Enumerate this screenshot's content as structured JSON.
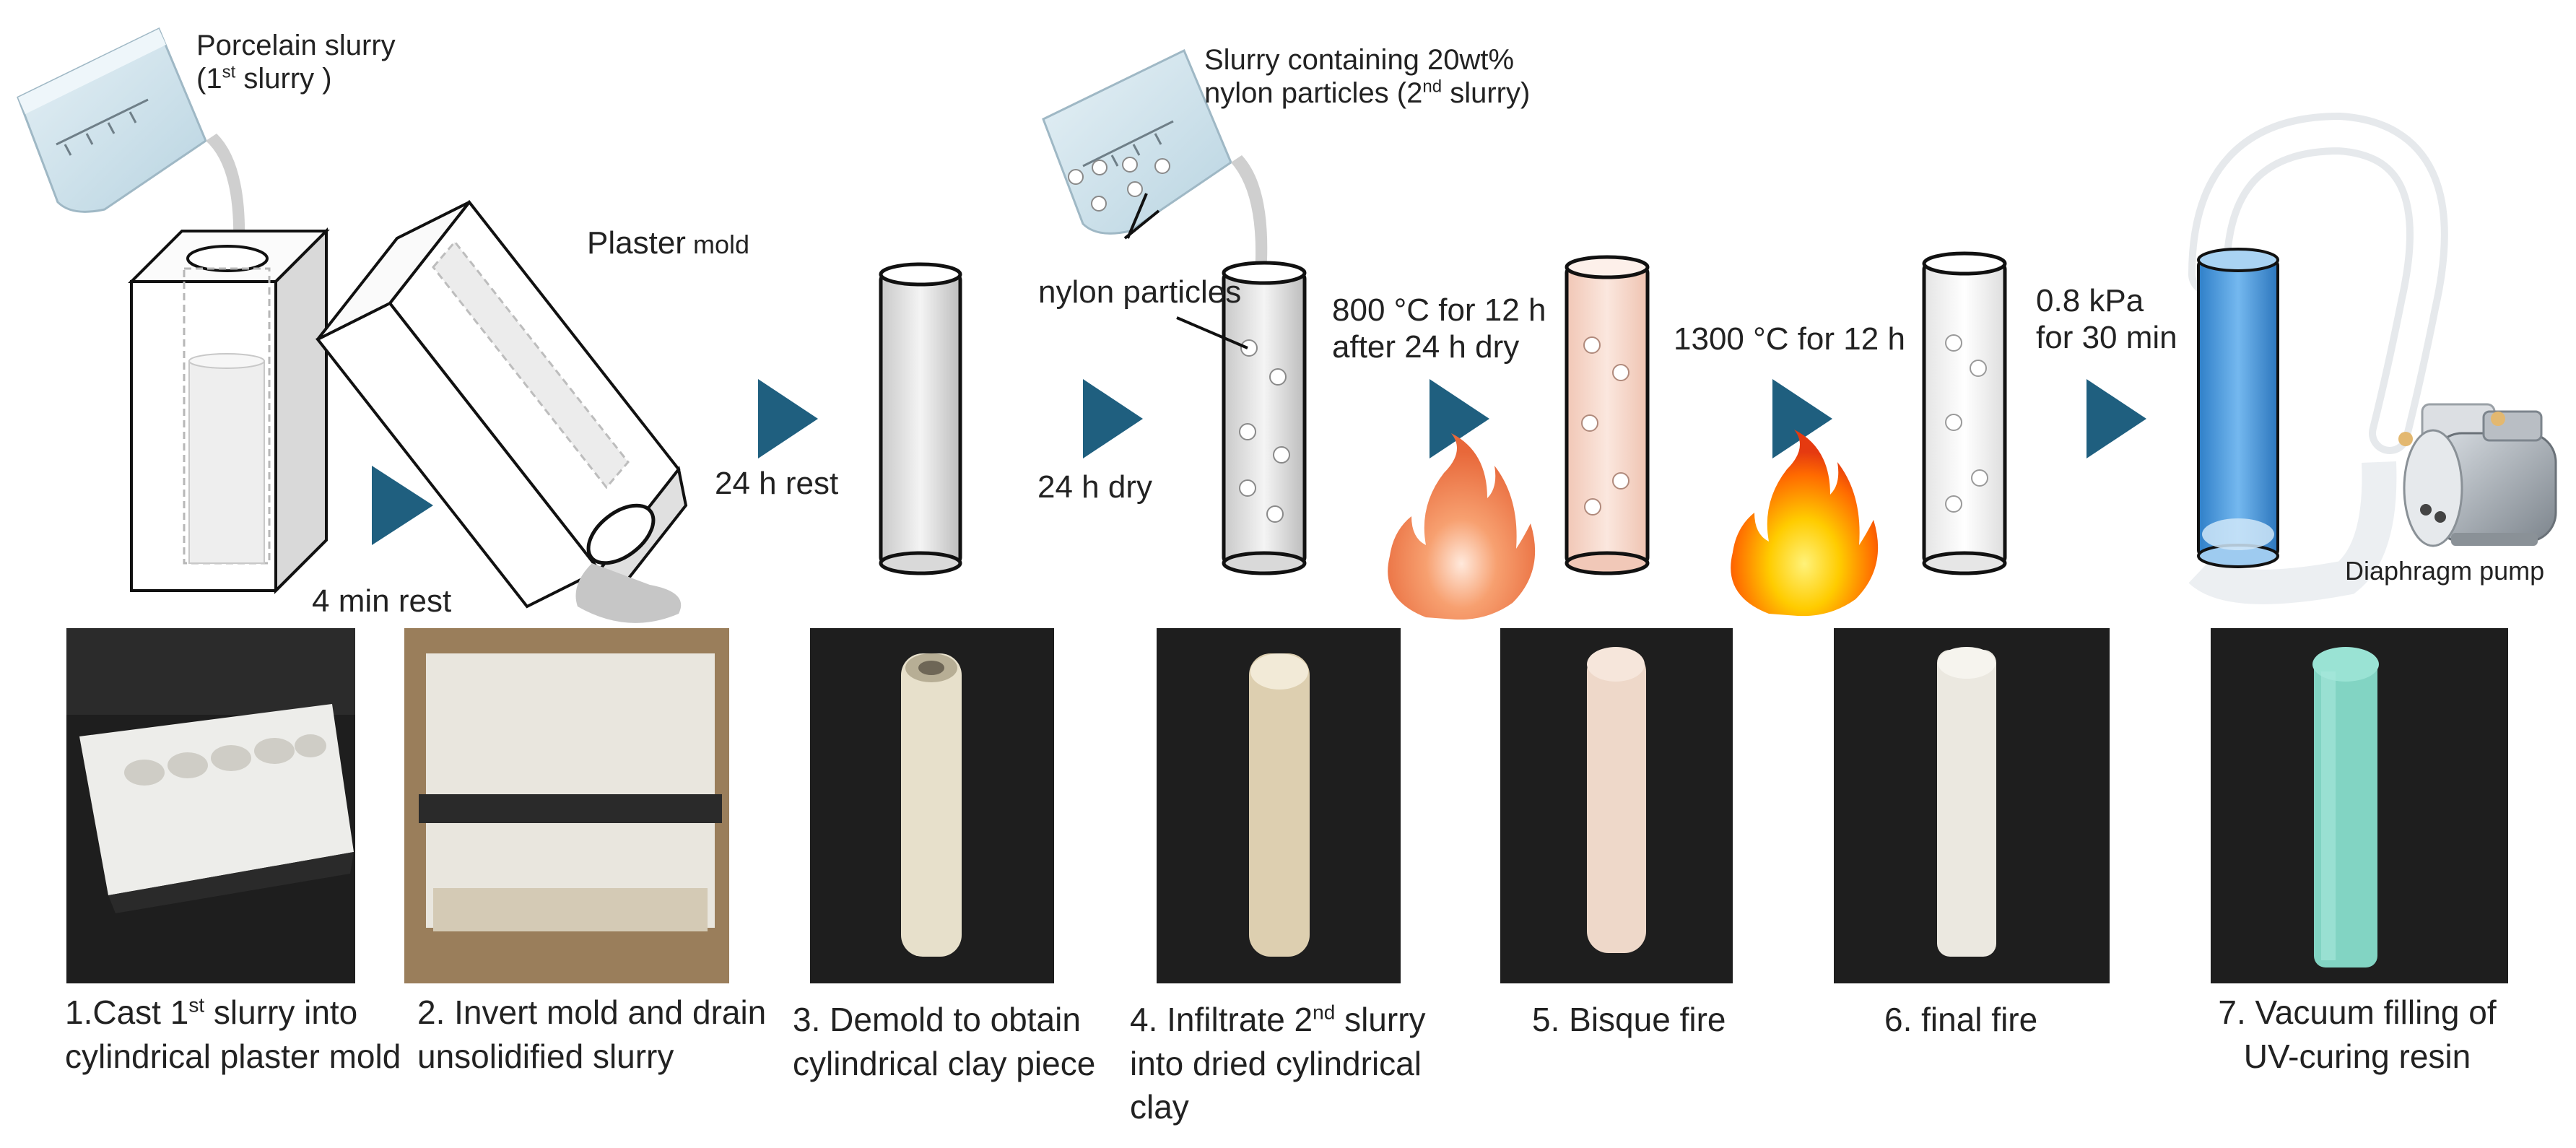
{
  "labels": {
    "slurry1_l1": "Porcelain slurry",
    "slurry1_l2a": "(1",
    "slurry1_l2sup": "st",
    "slurry1_l2b": " slurry )",
    "plaster_a": "Plaster",
    "plaster_b": " mold",
    "rest4": "4 min rest",
    "rest24": "24 h rest",
    "dry24": "24 h dry",
    "slurry2_l1": "Slurry containing 20wt%",
    "slurry2_l2a": "nylon particles (2",
    "slurry2_l2sup": "nd",
    "slurry2_l2b": " slurry)",
    "nylon": "nylon particles",
    "bisque_l1": "800 °C for 12 h",
    "bisque_l2": "after 24 h dry",
    "final_cond": "1300 °C for 12 h",
    "vac_l1": "0.8 kPa",
    "vac_l2": "for 30 min",
    "pump": "Diaphragm pump"
  },
  "steps": [
    {
      "l1a": "1.Cast 1",
      "l1sup": "st",
      "l1b": " slurry into",
      "l2": "cylindrical plaster mold"
    },
    {
      "l1": "2. Invert mold and drain",
      "l2": "unsolidified slurry"
    },
    {
      "l1": "3. Demold to obtain",
      "l2": "cylindrical clay piece"
    },
    {
      "l1a": "4. Infiltrate 2",
      "l1sup": "nd",
      "l1b": " slurry",
      "l2": "into dried cylindrical",
      "l3": "clay"
    },
    {
      "l1": "5. Bisque fire"
    },
    {
      "l1": "6. final fire"
    },
    {
      "l1": "7. Vacuum filling of",
      "l2": "UV-curing resin"
    }
  ],
  "colors": {
    "arrow": "#1f5f7f",
    "beaker": "#cfe3ec",
    "resin": "#5aa6e0",
    "bisque": "#f6d8cc",
    "fire_orange": "#f08a50",
    "fire_yellow": "#ffd400",
    "photo_bg": "#1e1e1e",
    "resin_photo": "#7fd6c6"
  },
  "icons": [
    "pouring-beaker-icon",
    "plaster-mold-icon",
    "process-arrow-icon",
    "flame-icon",
    "diaphragm-pump-icon",
    "vacuum-tube-icon"
  ]
}
